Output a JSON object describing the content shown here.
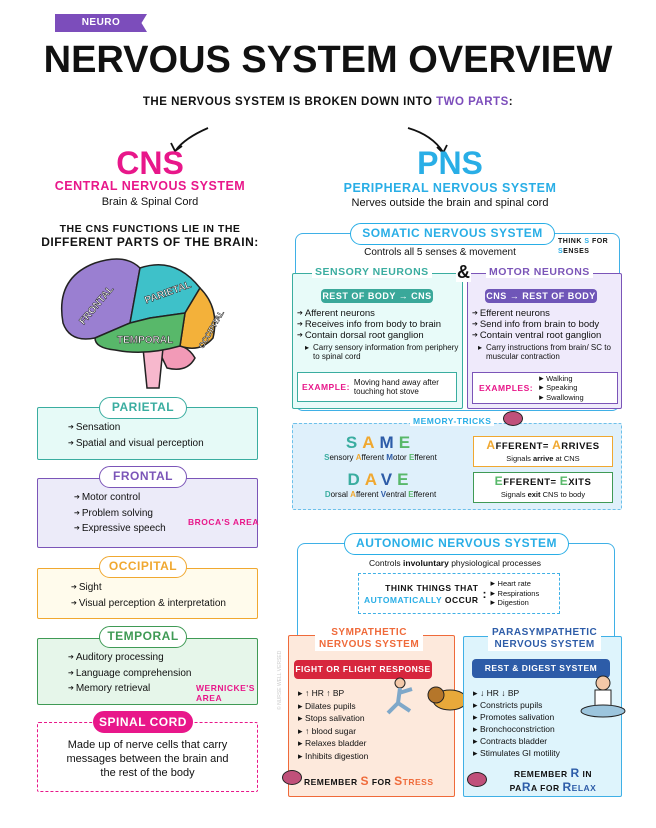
{
  "header": {
    "tag": "NEURO",
    "title": "NERVOUS SYSTEM OVERVIEW",
    "intro_prefix": "THE NERVOUS SYSTEM IS BROKEN DOWN INTO ",
    "intro_highlight": "TWO PARTS",
    "intro_suffix": ":"
  },
  "colors": {
    "purple": "#7c4dbb",
    "pink": "#e8178a",
    "blue": "#29aee6",
    "teal": "#3aada0",
    "orange": "#f0a830",
    "green": "#3f9a55",
    "red": "#d7263d",
    "navy": "#2d5ca8"
  },
  "cns": {
    "abbr": "CNS",
    "full": "CENTRAL NERVOUS SYSTEM",
    "desc": "Brain & Spinal Cord",
    "functions_intro_1": "THE CNS FUNCTIONS LIE IN THE",
    "functions_intro_2": "DIFFERENT PARTS OF THE BRAIN:",
    "brain_labels": [
      "FRONTAL",
      "PARIETAL",
      "TEMPORAL",
      "OCCIPITAL"
    ],
    "lobes": [
      {
        "name": "PARIETAL",
        "items": [
          "Sensation",
          "Spatial and visual perception"
        ]
      },
      {
        "name": "FRONTAL",
        "items": [
          "Motor control",
          "Problem solving",
          "Expressive speech"
        ],
        "note": "BROCA'S AREA"
      },
      {
        "name": "OCCIPITAL",
        "items": [
          "Sight",
          "Visual perception & interpretation"
        ]
      },
      {
        "name": "TEMPORAL",
        "items": [
          "Auditory processing",
          "Language comprehension",
          "Memory retrieval"
        ],
        "note_1": "WERNICKE'S",
        "note_2": "AREA"
      }
    ],
    "spinal": {
      "name": "SPINAL CORD",
      "desc": "Made up of nerve cells that carry messages between the brain and the rest of the body"
    }
  },
  "pns": {
    "abbr": "PNS",
    "full": "PERIPHERAL NERVOUS SYSTEM",
    "desc": "Nerves outside the brain and spinal cord",
    "somatic": {
      "title": "SOMATIC NERVOUS SYSTEM",
      "desc": "Controls all 5 senses & movement",
      "tip_1": "THINK ",
      "tip_s": "S",
      "tip_2": " FOR",
      "tip_s2": "S",
      "tip_3": "ENSES",
      "amp": "&",
      "sensory": {
        "title": "SENSORY NEURONS",
        "tag": "REST OF BODY → CNS",
        "items": [
          "Afferent neurons",
          "Receives info from body to brain",
          "Contain dorsal root ganglion"
        ],
        "sub": "Carry sensory information from periphery to spinal cord",
        "example_label": "EXAMPLE:",
        "example": "Moving hand away after touching hot stove"
      },
      "motor": {
        "title": "MOTOR NEURONS",
        "tag": "CNS → REST OF BODY",
        "items": [
          "Efferent neurons",
          "Send info from brain to body",
          "Contain ventral root ganglion"
        ],
        "sub": "Carry instructions from brain/ SC to muscular contraction",
        "example_label": "EXAMPLES:",
        "examples": [
          "Walking",
          "Speaking",
          "Swallowing"
        ]
      }
    },
    "memory": {
      "title": "MEMORY-TRICKS",
      "same": [
        "S",
        "A",
        "M",
        "E"
      ],
      "same_words": [
        "ensory ",
        "fferent ",
        "otor ",
        "fferent"
      ],
      "dave": [
        "D",
        "A",
        "V",
        "E"
      ],
      "dave_words": [
        "orsal ",
        "fferent ",
        "entral ",
        "fferent"
      ],
      "afferent_a": "A",
      "afferent_1": "FFERENT= ",
      "afferent_a2": "A",
      "afferent_2": "RRIVES",
      "afferent_desc_1": "Signals ",
      "afferent_desc_b": "arrive",
      "afferent_desc_2": " at CNS",
      "efferent_e": "E",
      "efferent_1": "FFERENT= ",
      "efferent_e2": "E",
      "efferent_2": "XITS",
      "efferent_desc_1": "Signals ",
      "efferent_desc_b": "exit",
      "efferent_desc_2": " CNS to body"
    },
    "autonomic": {
      "title": "AUTONOMIC NERVOUS SYSTEM",
      "desc_1": "Controls ",
      "desc_b": "involuntary",
      "desc_2": " physiological processes",
      "think_1": "THINK THINGS THAT",
      "think_2a": "AUTOMATICALLY",
      "think_2b": " OCCUR",
      "colon": ":",
      "think_items": [
        "Heart rate",
        "Respirations",
        "Digestion"
      ],
      "sympathetic": {
        "title_1": "SYMPATHETIC",
        "title_2": "NERVOUS SYSTEM",
        "tag": "FIGHT OR FLIGHT RESPONSE",
        "items": [
          "↑ HR ↑ BP",
          "Dilates pupils",
          "Stops salivation",
          "↑ blood sugar",
          "Relaxes bladder",
          "Inhibits digestion"
        ],
        "rem_1": "REMEMBER ",
        "rem_s": "S",
        "rem_2": " FOR ",
        "rem_s2": "S",
        "rem_3": "TRESS"
      },
      "parasympathetic": {
        "title_1": "PARASYMPATHETIC",
        "title_2": "NERVOUS SYSTEM",
        "tag": "REST & DIGEST SYSTEM",
        "items": [
          "↓ HR ↓ BP",
          "Constricts pupils",
          "Promotes salivation",
          "Bronchoconstriction",
          "Contracts bladder",
          "Stimulates GI motility"
        ],
        "rem_1": "REMEMBER ",
        "rem_r": "R",
        "rem_2": " IN",
        "rem_3": "PA",
        "rem_r2": "R",
        "rem_4": "A FOR ",
        "rem_r3": "R",
        "rem_5": "ELAX"
      }
    }
  },
  "watermark": "© NURSE WELL VERSED"
}
